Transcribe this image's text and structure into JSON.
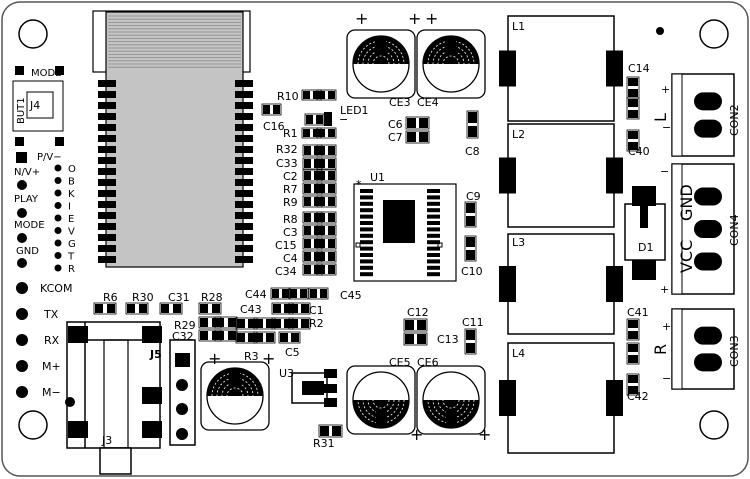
{
  "board": {
    "module": {
      "btn_label": "MODE",
      "btn_ref": "BUT1",
      "jack": "J4"
    },
    "pvm": "P/V−",
    "nv": "N/V+",
    "play": "PLAY",
    "mode": "MODE",
    "gnd": "GND",
    "obkievgtr": [
      "O",
      "B",
      "K",
      "I",
      "E",
      "V",
      "G",
      "T",
      "R"
    ],
    "pads": {
      "kcom": "KCOM",
      "tx": "TX",
      "rx": "RX",
      "mp": "M+",
      "mm": "M−"
    },
    "res": {
      "r10": "R10",
      "c16": "C16",
      "led1": "LED1",
      "r1": "R1",
      "r32": "R32",
      "c33": "C33",
      "c2": "C2",
      "r7": "R7",
      "r9": "R9",
      "r8": "R8",
      "c3": "C3",
      "c15": "C15",
      "c4": "C4",
      "c34": "C34",
      "c44": "C44",
      "c45": "C45",
      "c1": "C1",
      "c43": "C43",
      "r2": "R2",
      "c5": "C5",
      "r3": "R3",
      "r6": "R6",
      "r30": "R30",
      "c31": "C31",
      "r28": "R28",
      "r29": "R29",
      "c32": "C32",
      "u3": "U3",
      "r31": "R31",
      "j5": "J5",
      "j3": "J3"
    },
    "center": {
      "ce3": "CE3",
      "ce4": "CE4",
      "c6": "C6",
      "c7": "C7",
      "c8": "C8",
      "u1": "U1",
      "c9": "C9",
      "c10": "C10",
      "c12": "C12",
      "c11": "C11",
      "c13": "C13",
      "ce5": "CE5",
      "ce6": "CE6"
    },
    "right": {
      "l1": "L1",
      "l2": "L2",
      "l3": "L3",
      "l4": "L4",
      "c14": "C14",
      "c40": "C40",
      "c41": "C41",
      "c42": "C42",
      "d1": "D1",
      "con2": "CON2",
      "con4": "CON4",
      "con3": "CON3",
      "gnd": "GND",
      "vcc": "VCC",
      "l": "L",
      "r": "R",
      "plus": "+",
      "minus": "−"
    },
    "pol": {
      "plus": "+",
      "minus": "−"
    }
  }
}
